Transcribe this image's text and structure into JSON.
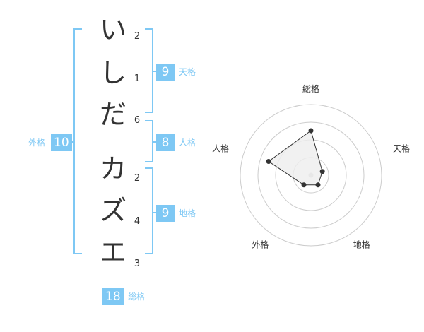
{
  "name": {
    "chars": [
      {
        "char": "い",
        "strokes": "2"
      },
      {
        "char": "し",
        "strokes": "1"
      },
      {
        "char": "だ",
        "strokes": "6"
      },
      {
        "char": "カ",
        "strokes": "2"
      },
      {
        "char": "ズ",
        "strokes": "4"
      },
      {
        "char": "エ",
        "strokes": "3"
      }
    ]
  },
  "groups": {
    "tenkaku": {
      "value": "9",
      "label": "天格"
    },
    "jinkaku": {
      "value": "8",
      "label": "人格"
    },
    "chikaku": {
      "value": "9",
      "label": "地格"
    },
    "gaikaku": {
      "value": "10",
      "label": "外格"
    },
    "soukaku": {
      "value": "18",
      "label": "総格"
    }
  },
  "colors": {
    "accent": "#7ec8f4",
    "text": "#333333",
    "grid": "#cccccc",
    "fill": "#eeeeee",
    "line": "#333333"
  },
  "chart_data": {
    "type": "radar",
    "axes": [
      "総格",
      "天格",
      "地格",
      "外格",
      "人格"
    ],
    "values": [
      18,
      9,
      9,
      10,
      8
    ],
    "points_normalized": [
      0.63,
      0.17,
      0.17,
      0.17,
      0.63
    ],
    "rings": 4,
    "grid": true
  }
}
